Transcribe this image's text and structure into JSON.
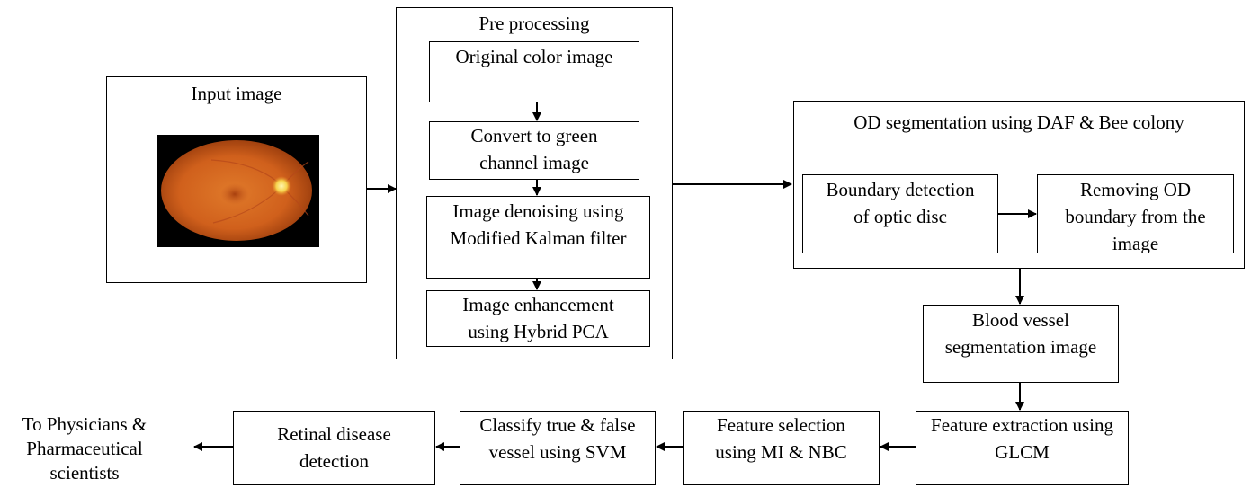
{
  "diagram": {
    "input": {
      "title": "Input image",
      "image_alt": "retinal fundus image"
    },
    "preprocessing": {
      "title": "Pre processing",
      "steps": [
        {
          "line1": "Original color image",
          "line2": ""
        },
        {
          "line1": "Convert to green",
          "line2": "channel image"
        },
        {
          "line1": "Image denoising using",
          "line2": "Modified Kalman filter"
        },
        {
          "line1": "Image enhancement",
          "line2": "using Hybrid PCA"
        }
      ]
    },
    "od_segmentation": {
      "title": "OD segmentation using DAF & Bee colony",
      "boundary_detection": {
        "line1": "Boundary detection",
        "line2": "of optic disc"
      },
      "removing_boundary": {
        "line1": "Removing OD",
        "line2": "boundary from the",
        "line3": "image"
      }
    },
    "blood_vessel": {
      "line1": "Blood vessel",
      "line2": "segmentation image"
    },
    "feature_extraction": {
      "line1": "Feature extraction using",
      "line2": "GLCM"
    },
    "feature_selection": {
      "line1": "Feature selection",
      "line2": "using MI & NBC"
    },
    "classify": {
      "line1": "Classify true & false",
      "line2": "vessel using SVM"
    },
    "retinal_detection": {
      "line1": "Retinal disease",
      "line2": "detection"
    },
    "output": {
      "line1": "To Physicians &",
      "line2": "Pharmaceutical",
      "line3": "scientists"
    }
  }
}
